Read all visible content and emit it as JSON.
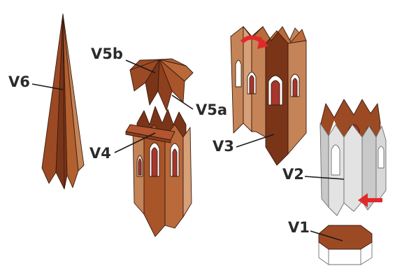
{
  "labels": {
    "v1": "V1",
    "v2": "V2",
    "v3": "V3",
    "v4": "V4",
    "v5a": "V5a",
    "v5b": "V5b",
    "v6": "V6"
  },
  "colors": {
    "brown_dark": "#7a3519",
    "brown_mid": "#9c4a24",
    "brown_light": "#c58457",
    "brown_pale": "#d7a078",
    "grey_light": "#e3e3e3",
    "grey_shade": "#c9c9c9",
    "arrow_red": "#e02a2a",
    "window_red": "#a8362c"
  }
}
